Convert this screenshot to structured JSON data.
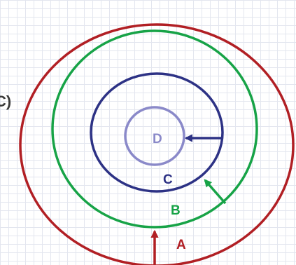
{
  "diagram": {
    "fragment_text": "C)",
    "circles": [
      {
        "label": "A",
        "color": "#b11f24"
      },
      {
        "label": "B",
        "color": "#17a347"
      },
      {
        "label": "C",
        "color": "#2d3285"
      },
      {
        "label": "D",
        "color": "#8a89c9"
      }
    ]
  }
}
